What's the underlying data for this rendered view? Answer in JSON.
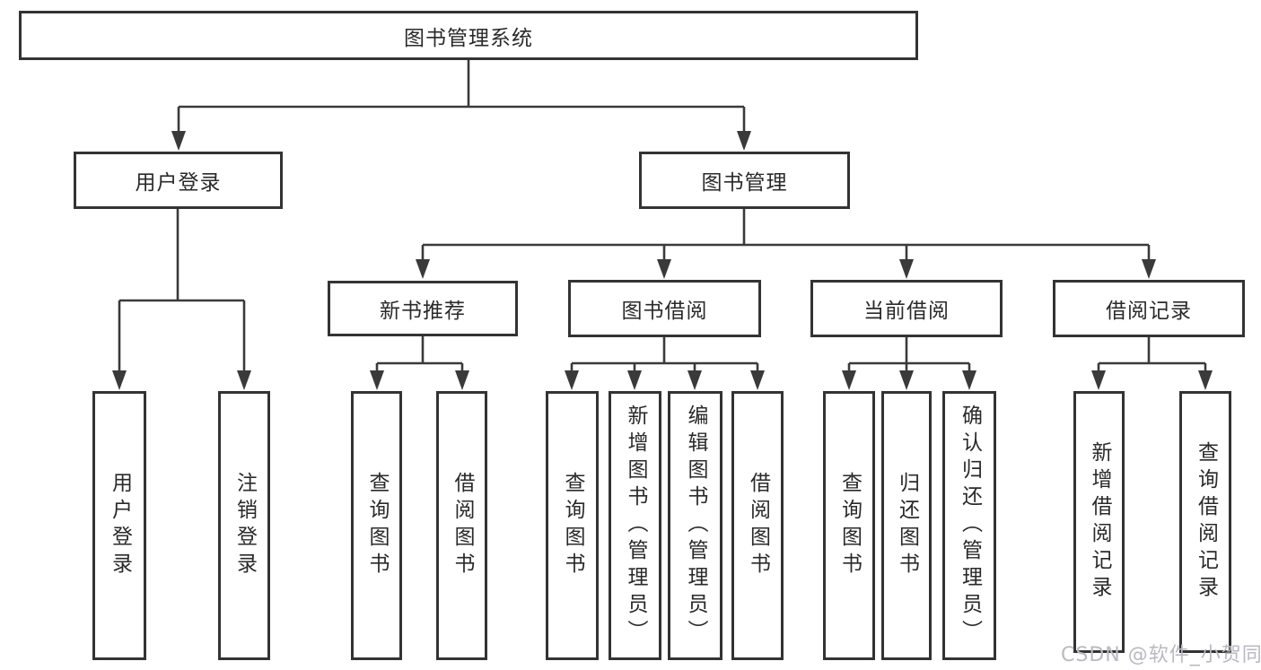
{
  "diagram_title": "图书管理系统",
  "nodes": {
    "root": {
      "label": "图书管理系统"
    },
    "user_login": {
      "label": "用户登录"
    },
    "book_mgmt": {
      "label": "图书管理"
    },
    "new_book_rec": {
      "label": "新书推荐"
    },
    "book_borrow": {
      "label": "图书借阅"
    },
    "current_borrow": {
      "label": "当前借阅"
    },
    "borrow_records": {
      "label": "借阅记录"
    },
    "login": {
      "label": "用户登录"
    },
    "logout": {
      "label": "注销登录"
    },
    "rec_query_book": {
      "label": "查询图书"
    },
    "rec_borrow_book": {
      "label": "借阅图书"
    },
    "bb_query_book": {
      "label": "查询图书"
    },
    "bb_add_book": {
      "label": "新增图书（管理员）"
    },
    "bb_edit_book": {
      "label": "编辑图书（管理员）"
    },
    "bb_borrow_book": {
      "label": "借阅图书"
    },
    "cb_query_book": {
      "label": "查询图书"
    },
    "cb_return_book": {
      "label": "归还图书"
    },
    "cb_confirm_return": {
      "label": "确认归还（管理员）"
    },
    "br_add_record": {
      "label": "新增借阅记录"
    },
    "br_query_record": {
      "label": "查询借阅记录"
    }
  },
  "edges": [
    {
      "from": "图书管理系统",
      "to": [
        "用户登录",
        "图书管理"
      ]
    },
    {
      "from": "用户登录",
      "to": [
        "用户登录",
        "注销登录"
      ]
    },
    {
      "from": "图书管理",
      "to": [
        "新书推荐",
        "图书借阅",
        "当前借阅",
        "借阅记录"
      ]
    },
    {
      "from": "新书推荐",
      "to": [
        "查询图书",
        "借阅图书"
      ]
    },
    {
      "from": "图书借阅",
      "to": [
        "查询图书",
        "新增图书（管理员）",
        "编辑图书（管理员）",
        "借阅图书"
      ]
    },
    {
      "from": "当前借阅",
      "to": [
        "查询图书",
        "归还图书",
        "确认归还（管理员）"
      ]
    },
    {
      "from": "借阅记录",
      "to": [
        "新增借阅记录",
        "查询借阅记录"
      ]
    }
  ],
  "colors": {
    "line": "#3a3a3a",
    "box_border": "#333333",
    "text": "#2a2a2a",
    "watermark": "#b9b9c2",
    "background": "#ffffff"
  },
  "watermark": {
    "text": "CSDN @软件_小贺同学"
  }
}
